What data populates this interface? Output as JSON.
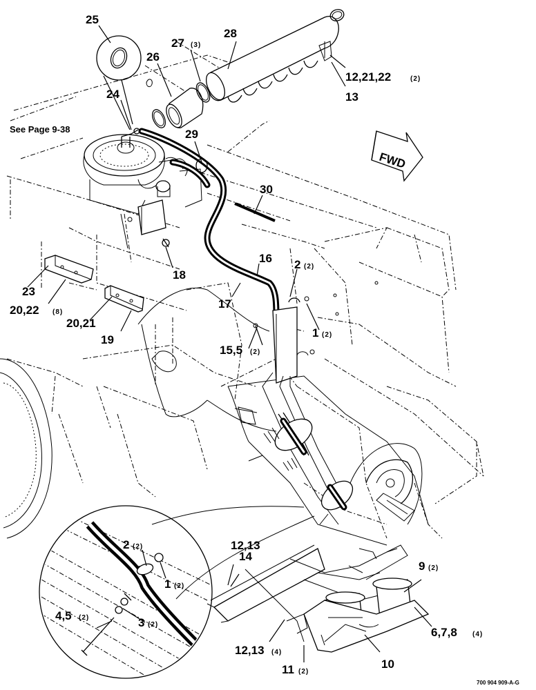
{
  "diagram": {
    "see_page_note": "See Page 9-38",
    "forward_label": "FWD",
    "drawing_code": "700 904 909-A-G",
    "callouts": [
      {
        "id": "c25",
        "text": "25",
        "qty": ""
      },
      {
        "id": "c26",
        "text": "26",
        "qty": ""
      },
      {
        "id": "c27",
        "text": "27",
        "qty": "(3)"
      },
      {
        "id": "c28",
        "text": "28",
        "qty": ""
      },
      {
        "id": "c12a",
        "text": "12,21,22",
        "qty": "(2)"
      },
      {
        "id": "c13a",
        "text": "13",
        "qty": ""
      },
      {
        "id": "c24",
        "text": "24",
        "qty": ""
      },
      {
        "id": "c29",
        "text": "29",
        "qty": ""
      },
      {
        "id": "c30",
        "text": "30",
        "qty": ""
      },
      {
        "id": "c18",
        "text": "18",
        "qty": ""
      },
      {
        "id": "c16",
        "text": "16",
        "qty": ""
      },
      {
        "id": "c17",
        "text": "17",
        "qty": ""
      },
      {
        "id": "c2a",
        "text": "2",
        "qty": "(2)"
      },
      {
        "id": "c1a",
        "text": "1",
        "qty": "(2)"
      },
      {
        "id": "c15",
        "text": "15,5",
        "qty": "(2)"
      },
      {
        "id": "c23",
        "text": "23",
        "qty": ""
      },
      {
        "id": "c20a",
        "text": "20,22",
        "qty": "(8)"
      },
      {
        "id": "c20b",
        "text": "20,21",
        "qty": ""
      },
      {
        "id": "c19",
        "text": "19",
        "qty": ""
      },
      {
        "id": "c2b",
        "text": "2",
        "qty": "(2)"
      },
      {
        "id": "c1b",
        "text": "1",
        "qty": "(2)"
      },
      {
        "id": "c45",
        "text": "4,5",
        "qty": "(2)"
      },
      {
        "id": "c3",
        "text": "3",
        "qty": "(2)"
      },
      {
        "id": "c1213",
        "text": "12,13",
        "qty": ""
      },
      {
        "id": "c14",
        "text": "14",
        "qty": ""
      },
      {
        "id": "c9",
        "text": "9",
        "qty": "(2)"
      },
      {
        "id": "c1213b",
        "text": "12,13",
        "qty": "(4)"
      },
      {
        "id": "c11",
        "text": "11",
        "qty": "(2)"
      },
      {
        "id": "c10",
        "text": "10",
        "qty": ""
      },
      {
        "id": "c678",
        "text": "6,7,8",
        "qty": "(4)"
      }
    ]
  }
}
